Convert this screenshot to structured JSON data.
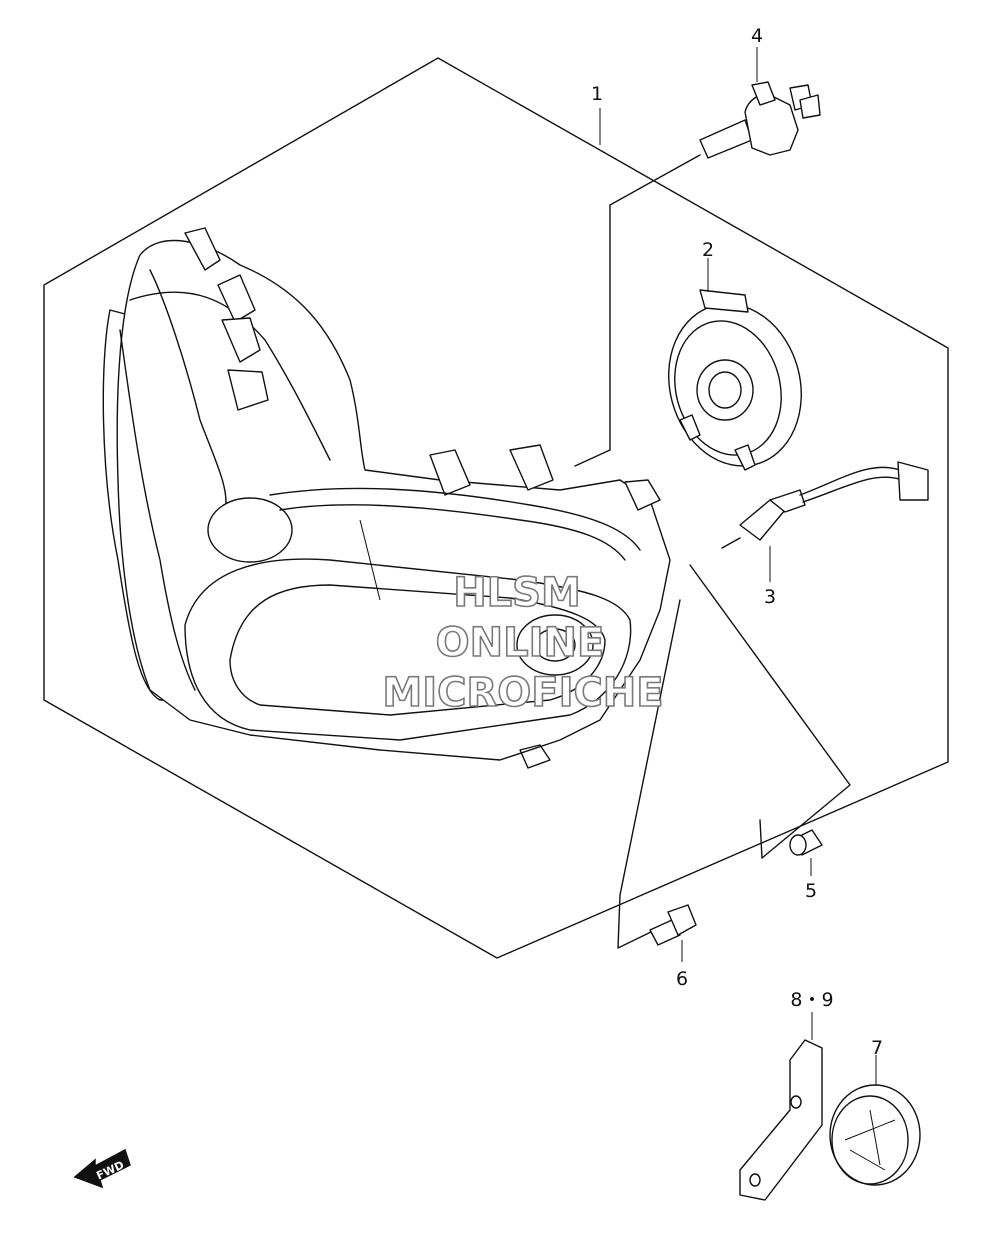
{
  "callouts": {
    "c1": "1",
    "c2": "2",
    "c3": "3",
    "c4": "4",
    "c5": "5",
    "c6": "6",
    "c7": "7",
    "c89": "8・9"
  },
  "watermark": {
    "line1": "HLSM",
    "line2": "ONLINE",
    "line3": "MICROFICHE"
  },
  "fwd_label": "FWD"
}
